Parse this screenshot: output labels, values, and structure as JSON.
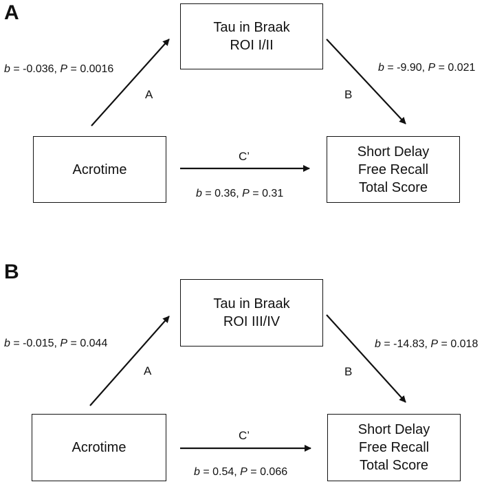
{
  "panels": [
    {
      "letter": "A",
      "mediator_box": {
        "line1": "Tau in Braak",
        "line2": "ROI I/II"
      },
      "predictor_box": {
        "label": "Acrotime"
      },
      "outcome_box": {
        "line1": "Short Delay",
        "line2": "Free Recall",
        "line3": "Total Score"
      },
      "path_a": {
        "label": "A",
        "b": "-0.036",
        "p": "0.0016"
      },
      "path_b": {
        "label": "B",
        "b": "-9.90",
        "p": "0.021"
      },
      "path_c": {
        "label": "C’",
        "b": "0.36",
        "p": "0.31"
      }
    },
    {
      "letter": "B",
      "mediator_box": {
        "line1": "Tau in Braak",
        "line2": "ROI III/IV"
      },
      "predictor_box": {
        "label": "Acrotime"
      },
      "outcome_box": {
        "line1": "Short Delay",
        "line2": "Free Recall",
        "line3": "Total Score"
      },
      "path_a": {
        "label": "A",
        "b": "-0.015",
        "p": "0.044"
      },
      "path_b": {
        "label": "B",
        "b": "-14.83",
        "p": "0.018"
      },
      "path_c": {
        "label": "C’",
        "b": "0.54",
        "p": "0.066"
      }
    }
  ],
  "stat_labels": {
    "b": "b",
    "p": "P",
    "eq": " = ",
    "sep": ", "
  }
}
